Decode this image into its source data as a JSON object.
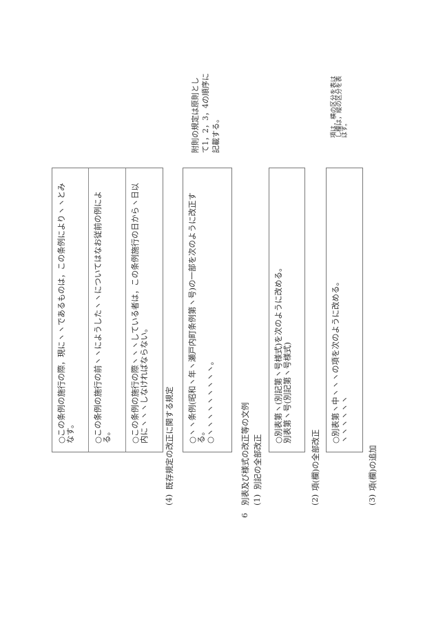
{
  "box1": {
    "rows": [
      {
        "lines": [
          "○この条例の施行の際，現にヽヽであるものは，この条例によりヽヽとみ",
          "なす。"
        ]
      },
      {
        "lines": [
          "○この条例の施行の前ヽヽにようしたヽヽについてはなお従前の例によ",
          "る。"
        ]
      },
      {
        "lines": [
          "○この条例の施行の際ヽヽヽしている者は，この条例施行の日からヽ日以",
          "内にヽヽヽしなければならない。"
        ]
      }
    ]
  },
  "section4": {
    "number": "(4)",
    "title": "既存規定の改正に関する規定"
  },
  "box2": {
    "lines": [
      "○ヽヽ条例(昭和ヽ年ヽ瀬戸内町条例第ヽ号)の一部を次のように改正す",
      "る。",
      "○ヽヽヽヽヽヽヽヽヽ。"
    ]
  },
  "note1": {
    "lines": [
      "附則の規定は原則とし",
      "て1，2，3，4の順序に",
      "記載する。"
    ]
  },
  "section6": {
    "number": "6",
    "title": "別表及び様式の改正等の文例"
  },
  "sub1": {
    "number": "(1)",
    "title": "別記の全部改正"
  },
  "box3": {
    "lines": [
      "○別表第ヽ(別記第ヽ号様式)を次のように改める。",
      "別表第ヽ号(別記第ヽ号様式)"
    ]
  },
  "sub2": {
    "number": "(2)",
    "title": "項(欄)の全部改正"
  },
  "box4": {
    "lines": [
      "○別表第ヽ中ヽヽヽの項を次のように改める。",
      "ヽヽヽヽヽヽ"
    ]
  },
  "note2": {
    "lines": [
      "項は，横の区分を表は",
      "し欄は，縦の区分を表",
      "はす。"
    ]
  },
  "sub3": {
    "number": "(3)",
    "title": "項(欄)の追加"
  }
}
